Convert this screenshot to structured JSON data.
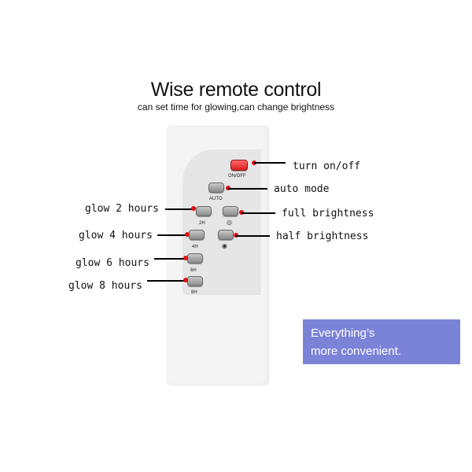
{
  "heading": {
    "title": "Wise remote control",
    "subtitle": "can set time for glowing,can change brightness"
  },
  "remote": {
    "buttons": {
      "on_off": "ON/OFF",
      "auto": "AUTO",
      "h2": "2H",
      "h4": "4H",
      "h6": "6H",
      "h8": "8H",
      "full_symbol": "◎",
      "half_symbol": "◉"
    }
  },
  "callouts": {
    "turn_on_off": "turn on/off",
    "auto_mode": "auto mode",
    "full_brightness": "full brightness",
    "half_brightness": "half brightness",
    "glow_2": "glow 2 hours",
    "glow_4": "glow 4 hours",
    "glow_6": "glow 6 hours",
    "glow_8": "glow 8 hours"
  },
  "promo": {
    "line1": "Everything’s",
    "line2": "more convenient."
  },
  "colors": {
    "accent_red": "#e01010",
    "promo_bg": "#7b83d8"
  }
}
